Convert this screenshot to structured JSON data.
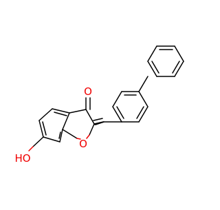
{
  "molecule": {
    "atom_labels": {
      "carbonyl_oxygen": "O",
      "ring_oxygen": "O",
      "hydroxyl": "HO"
    },
    "colors": {
      "bond": "#000000",
      "heteroatom": "#f00000",
      "background": "#ffffff"
    }
  }
}
